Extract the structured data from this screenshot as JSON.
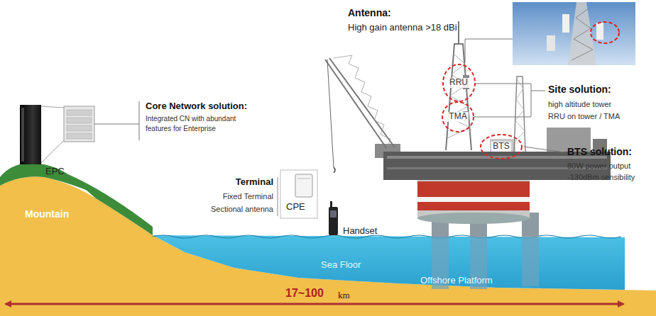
{
  "diagram": {
    "nodes": [
      {
        "text": [
          "RRU"
        ]
      },
      {
        "text": [
          "TMA"
        ]
      },
      {
        "text": [
          "BTS"
        ]
      }
    ],
    "labels": [
      "Antenna:",
      "High gain antenna >18 dBi",
      "Site solution:",
      "high altitude tower",
      "RRU on tower / TMA",
      "BTS solution:",
      "80W power output",
      "-130dBm sensibility",
      "Core Network solution:",
      "Integrated CN with abundant features for Enterprise",
      "EPC",
      "Terminal",
      "Fixed Terminal",
      "Sectional antenna",
      "CPE",
      "Handset",
      "Mountain",
      "Sea Floor",
      "Offshore Platform",
      "17~100",
      "km"
    ]
  }
}
